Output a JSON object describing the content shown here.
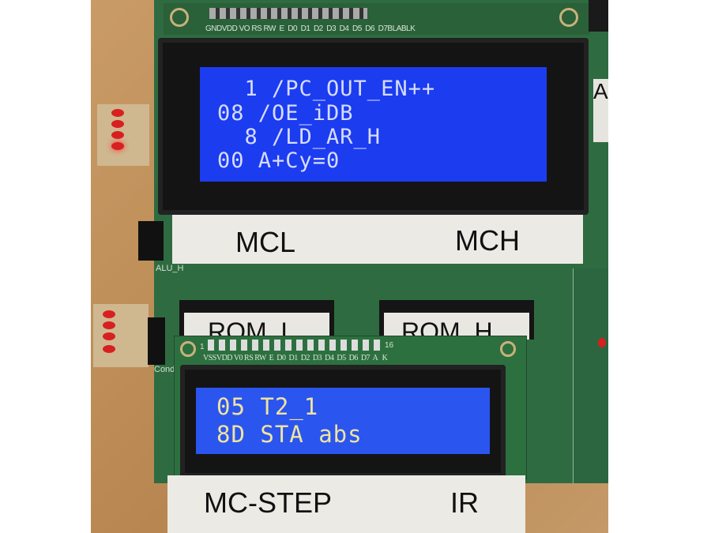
{
  "top_lcd": {
    "pin_labels": "GNDVDD VO RS RW  E  D0  D1  D2  D3  D4  D5  D6  D7BLABLK",
    "rows": [
      "  1 /PC_OUT_EN++",
      "08 /OE_iDB",
      "  8 /LD_AR_H",
      "00 A+Cy=0"
    ],
    "label_left": "MCL",
    "label_right": "MCH",
    "text_color": "#d6dcff",
    "backlight_color": "#1c3cf0"
  },
  "board": {
    "silk_alu": "ALU_H",
    "silk_cond": "Cond",
    "rom_low": "ROM_L",
    "rom_high": "ROM_H",
    "right_label": "A",
    "pcb_color": "#2f6b40"
  },
  "bottom_lcd": {
    "pin_labels": "VSSVDD V0 RS RW  E  D0  D1  D2  D3  D4  D5  D6  D7  A   K",
    "pin_first": "1",
    "pin_last": "16",
    "rows": [
      "05 T2_1",
      "8D STA abs"
    ],
    "label_left": "MC-STEP",
    "label_right": "IR",
    "text_color": "#efe3a0",
    "backlight_color": "#2a55ee"
  }
}
